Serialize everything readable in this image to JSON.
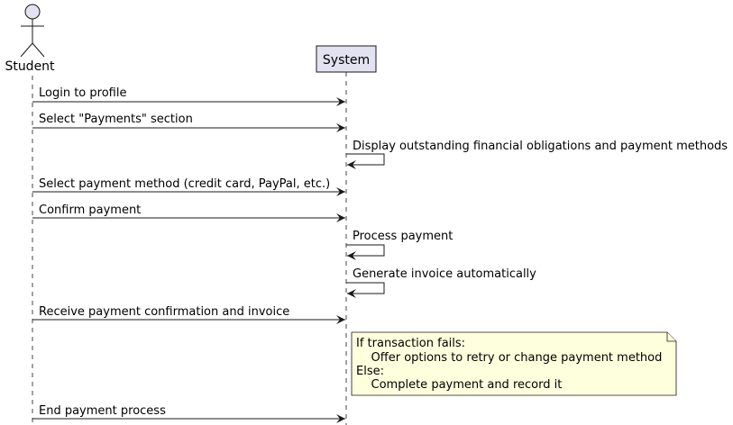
{
  "participants": {
    "actor": {
      "name": "Student",
      "icon": "stick-figure-icon"
    },
    "system": {
      "name": "System"
    }
  },
  "messages": [
    {
      "from": "actor",
      "to": "system",
      "text": "Login to profile"
    },
    {
      "from": "actor",
      "to": "system",
      "text": "Select \"Payments\" section"
    },
    {
      "from": "system",
      "to": "system",
      "text": "Display outstanding financial obligations and payment methods"
    },
    {
      "from": "actor",
      "to": "system",
      "text": "Select payment method (credit card, PayPal, etc.)"
    },
    {
      "from": "actor",
      "to": "system",
      "text": "Confirm payment"
    },
    {
      "from": "system",
      "to": "system",
      "text": "Process payment"
    },
    {
      "from": "system",
      "to": "system",
      "text": "Generate invoice automatically"
    },
    {
      "from": "actor",
      "to": "system",
      "text": "Receive payment confirmation and invoice"
    },
    {
      "from": "actor",
      "to": "system",
      "text": "End payment process"
    }
  ],
  "note": {
    "lines": [
      "If transaction fails:",
      "    Offer options to retry or change payment method",
      "Else:",
      "    Complete payment and record it"
    ]
  },
  "colors": {
    "participant_fill": "#E2E2F0",
    "participant_stroke": "#181818",
    "lifeline": "#181818",
    "arrow": "#181818",
    "note_fill": "#FEFFDD",
    "note_stroke": "#181818"
  }
}
